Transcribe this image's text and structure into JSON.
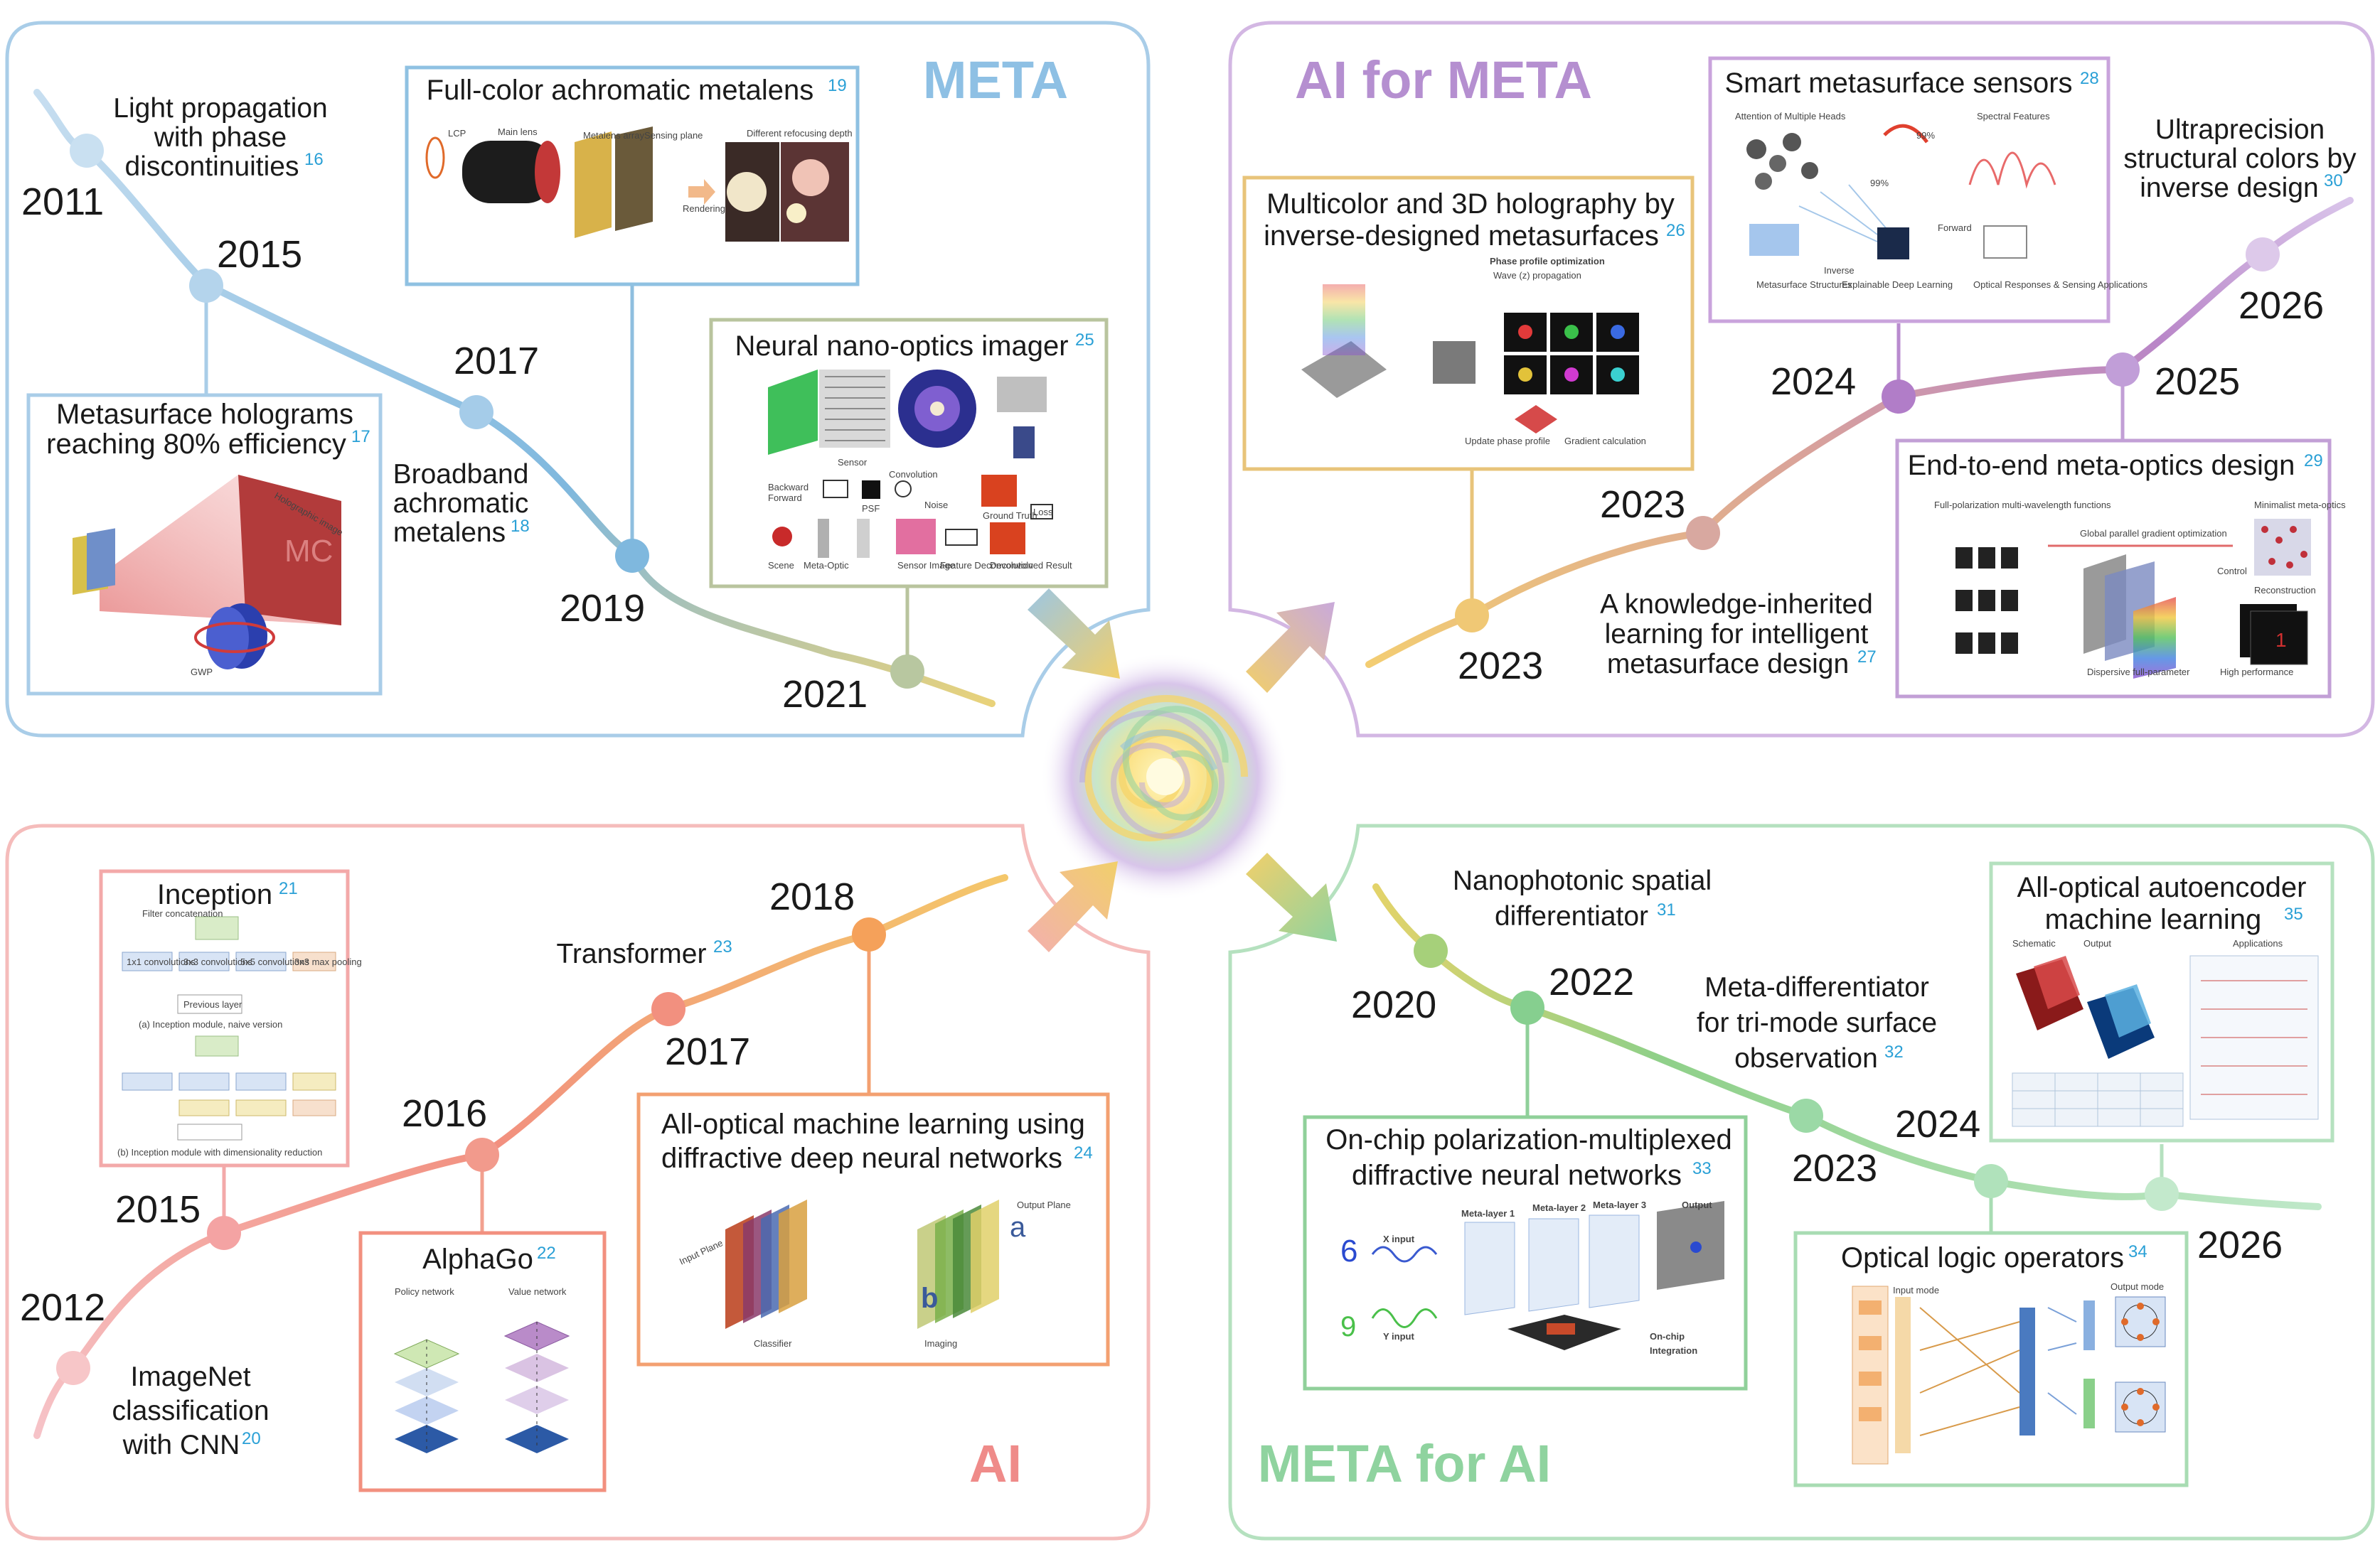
{
  "colors": {
    "meta": "#9cc6e3",
    "meta_title": "#8ec0e4",
    "ai_for_meta": "#c9a9db",
    "ai_for_meta_title": "#b58fd0",
    "ai": "#f3b0ae",
    "ai_title": "#ef8b89",
    "meta_for_ai": "#a8dcb3",
    "meta_for_ai_title": "#8fd39f"
  },
  "quadrants": {
    "meta": {
      "title": "META",
      "years": {
        "y2011": "2011",
        "y2015": "2015",
        "y2017": "2017",
        "y2019": "2019",
        "y2021": "2021"
      },
      "labels": {
        "light_l1": "Light propagation",
        "light_l2": "with phase",
        "light_l3": "discontinuities",
        "light_ref": "16",
        "broad_l1": "Broadband",
        "broad_l2": "achromatic",
        "broad_l3": "metalens",
        "broad_ref": "18"
      },
      "boxes": {
        "holo_l1": "Metasurface holograms",
        "holo_l2": "reaching 80% efficiency",
        "holo_ref": "17",
        "fullcolor": "Full-color achromatic metalens",
        "fullcolor_ref": "19",
        "neural": "Neural nano-optics imager",
        "neural_ref": "25"
      }
    },
    "ai_for_meta": {
      "title": "AI for META",
      "years": {
        "y2023a": "2023",
        "y2023b": "2023",
        "y2024": "2024",
        "y2025": "2025",
        "y2026": "2026"
      },
      "labels": {
        "know_l1": "A knowledge-inherited",
        "know_l2": "learning for intelligent",
        "know_l3": "metasurface design",
        "know_ref": "27",
        "ultra_l1": "Ultraprecision",
        "ultra_l2": "structural colors by",
        "ultra_l3": "inverse design",
        "ultra_ref": "30"
      },
      "boxes": {
        "multi_l1": "Multicolor and 3D holography by",
        "multi_l2": "inverse-designed metasurfaces",
        "multi_ref": "26",
        "smart": "Smart metasurface sensors",
        "smart_ref": "28",
        "e2e": "End-to-end meta-optics design",
        "e2e_ref": "29"
      }
    },
    "ai": {
      "title": "AI",
      "years": {
        "y2012": "2012",
        "y2015": "2015",
        "y2016": "2016",
        "y2017": "2017",
        "y2018": "2018"
      },
      "labels": {
        "imagenet_l1": "ImageNet",
        "imagenet_l2": "classification",
        "imagenet_l3": "with CNN",
        "imagenet_ref": "20",
        "transformer": "Transformer",
        "transformer_ref": "23"
      },
      "boxes": {
        "inception": "Inception",
        "inception_ref": "21",
        "alphago": "AlphaGo",
        "alphago_ref": "22",
        "d2nn_l1": "All-optical machine learning using",
        "d2nn_l2": "diffractive deep neural networks",
        "d2nn_ref": "24"
      }
    },
    "meta_for_ai": {
      "title": "META for AI",
      "years": {
        "y2020": "2020",
        "y2022": "2022",
        "y2023": "2023",
        "y2024": "2024",
        "y2026": "2026"
      },
      "labels": {
        "nano_l1": "Nanophotonic spatial",
        "nano_l2": "differentiator",
        "nano_ref": "31",
        "metadiff_l1": "Meta-differentiator",
        "metadiff_l2": "for tri-mode surface",
        "metadiff_l3": "observation",
        "metadiff_ref": "32"
      },
      "boxes": {
        "onchip_l1": "On-chip polarization-multiplexed",
        "onchip_l2": "diffractive neural networks",
        "onchip_ref": "33",
        "logic": "Optical logic operators",
        "logic_ref": "34",
        "auto_l1": "All-optical autoencoder",
        "auto_l2": "machine learning",
        "auto_ref": "35"
      }
    }
  },
  "thumbnails": {
    "fullcolor": {
      "lcp": "LCP",
      "main_lens": "Main lens",
      "array": "Metalens array",
      "plane": "Sensing plane",
      "depth": "Different refocusing depth",
      "render": "Rendering"
    },
    "holo": {
      "image": "Holographic image",
      "gwp": "GWP"
    },
    "neural": {
      "sensor": "Sensor",
      "conv": "Convolution",
      "psf": "PSF",
      "noise": "Noise",
      "truth": "Ground Truth",
      "loss": "Loss",
      "scene": "Scene",
      "metaoptic": "Meta-Optic",
      "image": "Sensor Image",
      "deconv": "Feature Deconvolution",
      "result": "Deconvolved Result",
      "forward": "Forward",
      "backward": "Backward"
    },
    "multi": {
      "phase_opt": "Phase profile optimization",
      "wave": "Wave (z) propagation",
      "grad": "Gradient calculation",
      "update": "Update phase profile"
    },
    "smart": {
      "attention": "Attention of Multiple Heads",
      "spectral": "Spectral Features",
      "forward": "Forward",
      "inverse": "Inverse",
      "structures": "Metasurface Structures",
      "xdl": "Explainable Deep Learning",
      "apps": "Optical Responses & Sensing Applications",
      "p1": "99%",
      "p2": "99%"
    },
    "e2e": {
      "fullpol": "Full-polarization multi-wavelength functions",
      "global": "Global parallel gradient optimization",
      "minimal": "Minimalist meta-optics",
      "control": "Control",
      "recon": "Reconstruction",
      "disp": "Dispersive full-parameter",
      "high": "High performance"
    },
    "inception": {
      "filter": "Filter concatenation",
      "c1": "1x1 convolutions",
      "c3": "3x3 convolutions",
      "c5": "5x5 convolutions",
      "pool": "3x3 max pooling",
      "prev": "Previous layer",
      "cap_a": "(a) Inception module, naive version",
      "cap_b": "(b) Inception module with dimensionality reduction"
    },
    "alphago": {
      "policy": "Policy network",
      "value": "Value network"
    },
    "d2nn": {
      "input": "Input Plane",
      "output": "Output Plane",
      "classifier": "Classifier",
      "imaging": "Imaging"
    },
    "onchip": {
      "x": "X input",
      "y": "Y input",
      "l1": "Meta-layer 1",
      "l2": "Meta-layer 2",
      "l3": "Meta-layer 3",
      "out": "Output",
      "onchip": "On-chip",
      "integration": "Integration"
    },
    "logic": {
      "input": "Input mode",
      "output": "Output mode"
    },
    "auto": {
      "schematic": "Schematic",
      "output": "Output",
      "apps": "Applications"
    }
  }
}
